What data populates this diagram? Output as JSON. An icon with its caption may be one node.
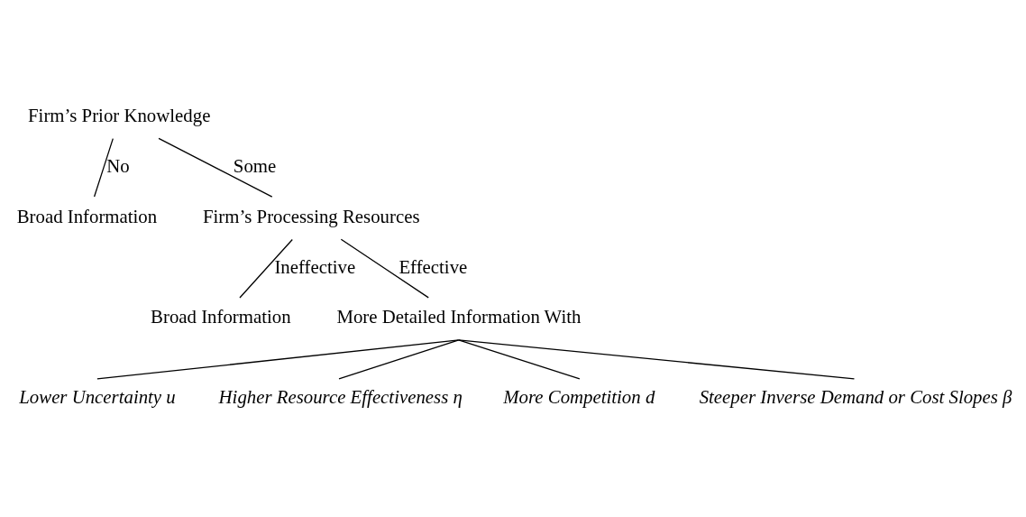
{
  "diagram": {
    "nodes": [
      {
        "text": [
          "Firm’s Prior Knowledge"
        ]
      },
      {
        "text": [
          "Broad Information"
        ]
      },
      {
        "text": [
          "Firm’s Processing Resources"
        ]
      },
      {
        "text": [
          "Broad Information"
        ]
      },
      {
        "text": [
          "More Detailed Information With"
        ]
      },
      {
        "text": [
          "Lower Uncertainty u"
        ]
      },
      {
        "text": [
          "Higher Resource Effectiveness η"
        ]
      },
      {
        "text": [
          "More Competition d"
        ]
      },
      {
        "text": [
          "Steeper Inverse Demand or Cost Slopes β"
        ]
      }
    ],
    "edges": [
      {
        "from": 0,
        "to": 1,
        "arrow": "none",
        "label": "No"
      },
      {
        "from": 0,
        "to": 2,
        "arrow": "none",
        "label": "Some"
      },
      {
        "from": 2,
        "to": 3,
        "arrow": "none",
        "label": "Ineffective"
      },
      {
        "from": 2,
        "to": 4,
        "arrow": "none",
        "label": "Effective"
      },
      {
        "from": 4,
        "to": 5,
        "arrow": "none"
      },
      {
        "from": 4,
        "to": 6,
        "arrow": "none"
      },
      {
        "from": 4,
        "to": 7,
        "arrow": "none"
      },
      {
        "from": 4,
        "to": 8,
        "arrow": "none"
      }
    ]
  }
}
